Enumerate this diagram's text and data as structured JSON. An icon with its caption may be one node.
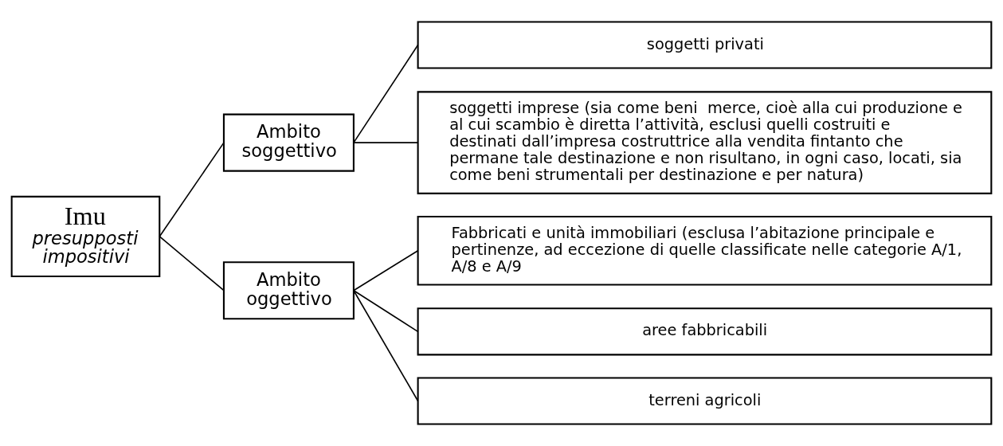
{
  "diagram": {
    "nodes": [
      {
        "text": [
          "Imu",
          "presupposti impositivi"
        ]
      },
      {
        "text": [
          "Ambito soggettivo"
        ]
      },
      {
        "text": [
          "Ambito oggettivo"
        ]
      },
      {
        "text": [
          "soggetti privati"
        ]
      },
      {
        "text": [
          "soggetti imprese (sia come beni  merce, cioè alla cui produzione e al cui scambio è diretta l’attività, esclusi quelli costruiti e destinati dall’impresa costruttrice alla vendita fintanto che permane tale destinazione e non risultano, in ogni caso, locati, sia come beni strumentali per destinazione e per natura)"
        ]
      },
      {
        "text": [
          "Fabbricati e unità immobiliari (esclusa l’abitazione principale e pertinenze, ad eccezione di quelle classificate nelle categorie A/1, A/8 e A/9"
        ]
      },
      {
        "text": [
          "aree fabbricabili"
        ]
      },
      {
        "text": [
          "terreni agricoli"
        ]
      }
    ],
    "edges": [
      {
        "from": 0,
        "to": 1,
        "arrow": "none"
      },
      {
        "from": 0,
        "to": 2,
        "arrow": "none"
      },
      {
        "from": 1,
        "to": 3,
        "arrow": "none"
      },
      {
        "from": 1,
        "to": 4,
        "arrow": "none"
      },
      {
        "from": 2,
        "to": 5,
        "arrow": "none"
      },
      {
        "from": 2,
        "to": 6,
        "arrow": "none"
      },
      {
        "from": 2,
        "to": 7,
        "arrow": "none"
      }
    ]
  }
}
